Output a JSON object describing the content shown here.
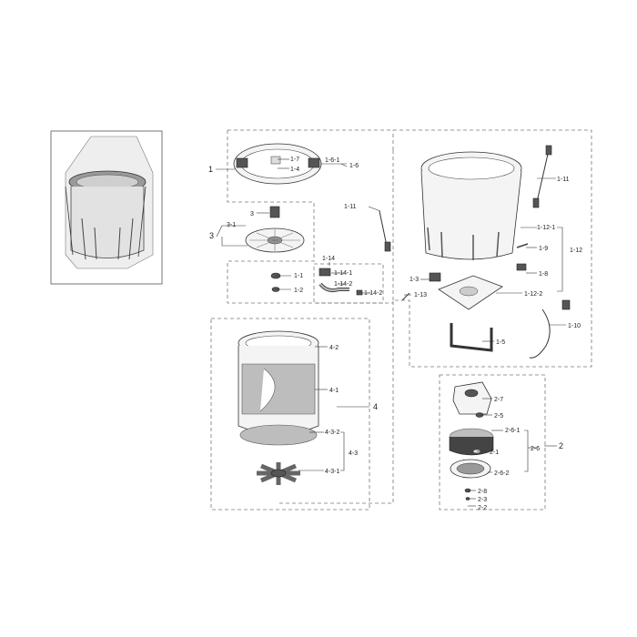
{
  "labels": {
    "l1": "1",
    "l1_7": "1-7",
    "l1_4": "1-4",
    "l1_6_1": "1-6-1",
    "l1_6": "1-6",
    "l3": "3",
    "l3_left": "3",
    "l3_1": "3-1",
    "l1_11_left": "1-11",
    "l1_14": "1-14",
    "l1_14_1": "1-14-1",
    "l1_14_2a": "1-14-2",
    "l1_14_2b": "1-14-2",
    "l1_1": "1-1",
    "l1_2": "1-2",
    "l1_3": "1-3",
    "l1_13": "1-13",
    "l1_11_right": "1-11",
    "l1_12_1": "1-12-1",
    "l1_12": "1-12",
    "l1_9": "1-9",
    "l1_8": "1-8",
    "l1_12_2": "1-12-2",
    "l1_10": "1-10",
    "l1_5": "1-5",
    "l4_2": "4-2",
    "l4_1": "4-1",
    "l4": "4",
    "l4_3_2": "4-3-2",
    "l4_3": "4-3",
    "l4_3_1": "4-3-1",
    "l2_7": "2-7",
    "l2_5": "2-5",
    "l2_6_1": "2-6-1",
    "l2_1": "2-1",
    "l2_6": "2-6",
    "l2": "2",
    "l2_6_2": "2-6-2",
    "l2_8": "2-8",
    "l2_3": "2-3",
    "l2_2": "2-2"
  }
}
